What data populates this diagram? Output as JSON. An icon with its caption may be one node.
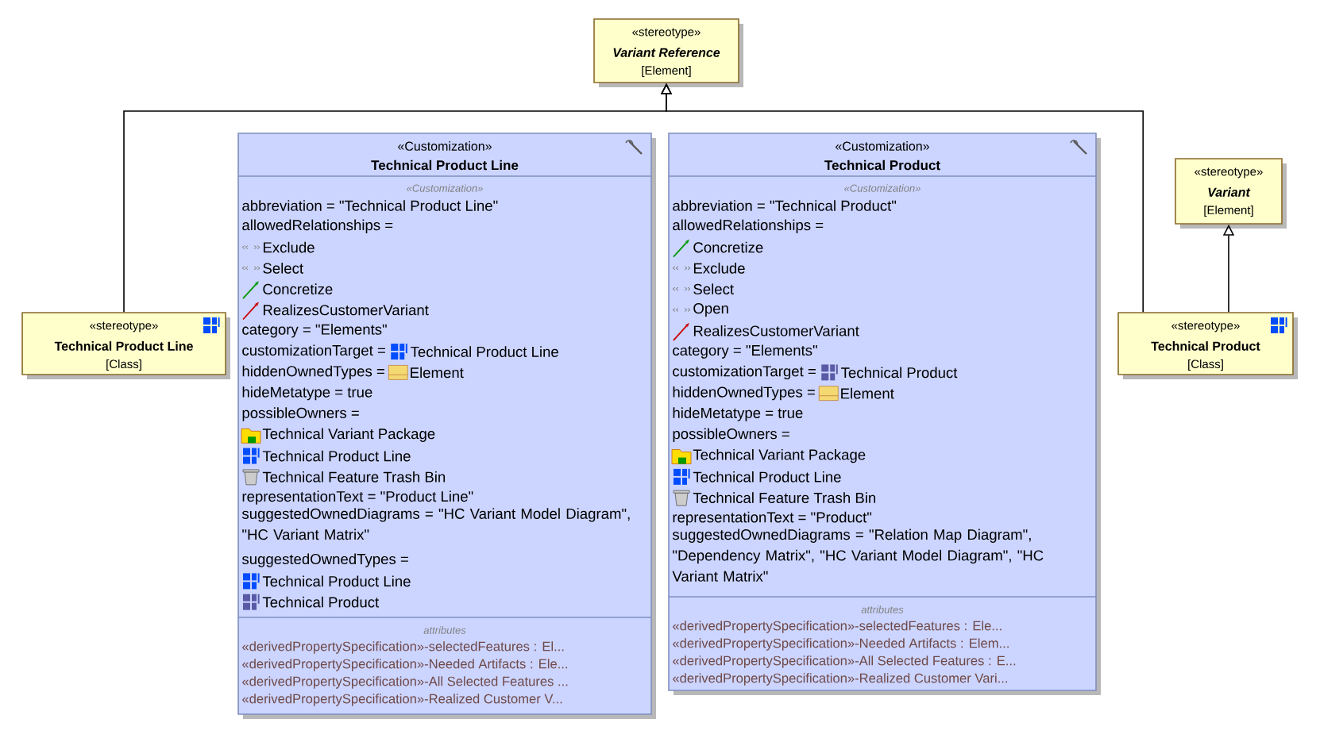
{
  "diagram": {
    "nodes": [
      {
        "text": [
          "«stereotype»",
          "Variant Reference",
          "[Element]"
        ]
      },
      {
        "text": [
          "«stereotype»",
          "Technical Product Line",
          "[Class]"
        ]
      },
      {
        "text": [
          "«Customization»",
          "Technical Product Line",
          "«Customization»",
          "abbreviation = \"Technical Product Line\"",
          "allowedRelationships =",
          "Exclude",
          "Select",
          "Concretize",
          "RealizesCustomerVariant",
          "category = \"Elements\"",
          "customizationTarget =",
          "Technical Product Line",
          "hiddenOwnedTypes =",
          "Element",
          "hideMetatype = true",
          "possibleOwners =",
          "Technical Variant Package",
          "Technical Product Line",
          "Technical Feature Trash Bin",
          "representationText = \"Product Line\"",
          "suggestedOwnedDiagrams = \"HC Variant Model Diagram\", \"HC Variant Matrix\"",
          "suggestedOwnedTypes =",
          "Technical Product Line",
          "Technical Product",
          "attributes",
          "«derivedPropertySpecification»-selectedFeatures : El...",
          "«derivedPropertySpecification»-Needed Artifacts : Ele...",
          "«derivedPropertySpecification»-All Selected Features ...",
          "«derivedPropertySpecification»-Realized Customer V..."
        ]
      },
      {
        "text": [
          "«Customization»",
          "Technical Product",
          "«Customization»",
          "abbreviation = \"Technical Product\"",
          "allowedRelationships =",
          "Concretize",
          "Exclude",
          "Select",
          "Open",
          "RealizesCustomerVariant",
          "category = \"Elements\"",
          "customizationTarget =",
          "Technical Product",
          "hiddenOwnedTypes =",
          "Element",
          "hideMetatype = true",
          "possibleOwners =",
          "Technical Variant Package",
          "Technical Product Line",
          "Technical Feature Trash Bin",
          "representationText = \"Product\"",
          "suggestedOwnedDiagrams = \"Relation Map Diagram\", \"Dependency Matrix\", \"HC Variant Model Diagram\", \"HC Variant Matrix\"",
          "attributes",
          "«derivedPropertySpecification»-selectedFeatures : Ele...",
          "«derivedPropertySpecification»-Needed Artifacts : Elem...",
          "«derivedPropertySpecification»-All Selected Features : E...",
          "«derivedPropertySpecification»-Realized Customer Vari..."
        ]
      },
      {
        "text": [
          "«stereotype»",
          "Variant",
          "[Element]"
        ]
      },
      {
        "text": [
          "«stereotype»",
          "Technical Product",
          "[Class]"
        ]
      }
    ],
    "edges": [
      {
        "from": 1,
        "to": 0,
        "arrow": "to"
      },
      {
        "from": 5,
        "to": 0,
        "arrow": "to"
      },
      {
        "from": 5,
        "to": 4,
        "arrow": "to"
      }
    ]
  }
}
